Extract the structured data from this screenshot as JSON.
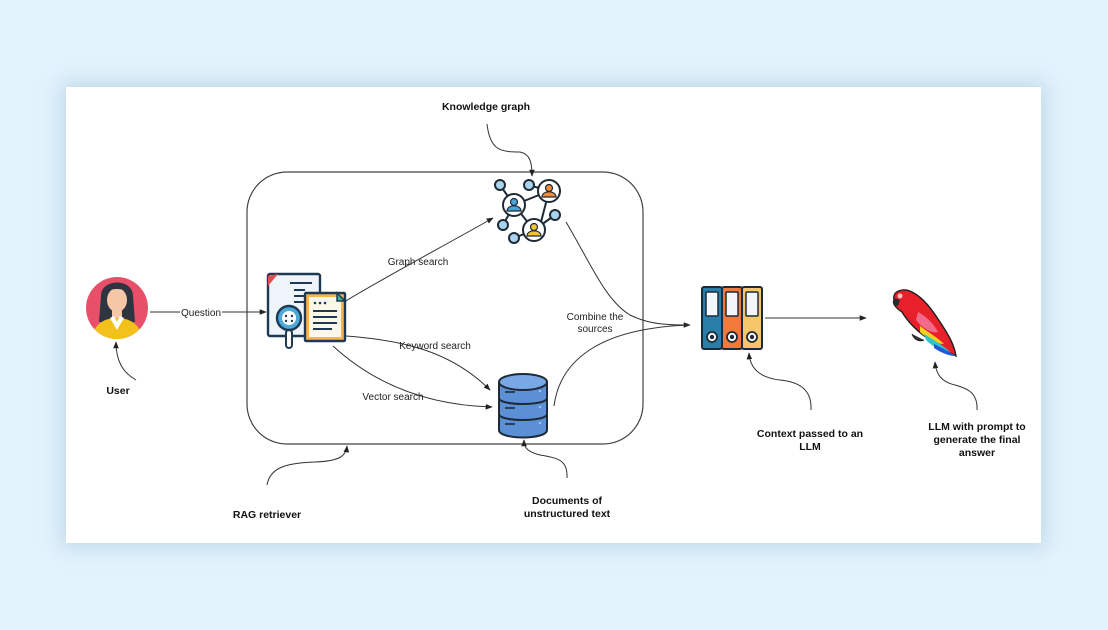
{
  "diagram": {
    "title": "RAG retriever with knowledge graph and unstructured documents",
    "nodes": {
      "user": {
        "icon": "user-avatar-icon",
        "label": "User"
      },
      "retriever_docs": {
        "icon": "document-search-icon"
      },
      "knowledge_graph": {
        "icon": "knowledge-graph-icon",
        "label": "Knowledge graph"
      },
      "database": {
        "icon": "database-icon",
        "label_lines": [
          "Documents of",
          "unstructured text"
        ]
      },
      "context": {
        "icon": "binders-icon",
        "label_lines": [
          "Context passed to an",
          "LLM"
        ]
      },
      "llm": {
        "icon": "parrot-icon",
        "label_lines": [
          "LLM with prompt to",
          "generate the final",
          "answer"
        ]
      },
      "rag_box": {
        "label": "RAG retriever"
      }
    },
    "edges": {
      "question": "Question",
      "graph_search": "Graph search",
      "keyword_search": "Keyword search",
      "vector_search": "Vector search",
      "combine_lines": [
        "Combine the",
        "sources"
      ]
    },
    "colors": {
      "background": "#e3f3fc",
      "card": "#ffffff",
      "line": "#333333",
      "avatar_circle": "#e8506a",
      "avatar_shirt": "#f2c21b",
      "db_blue": "#5b8fd6",
      "binder_blue": "#2a7fa8",
      "binder_orange": "#f07a3a",
      "binder_yellow": "#f7c66a",
      "parrot_red": "#e8202a"
    }
  }
}
